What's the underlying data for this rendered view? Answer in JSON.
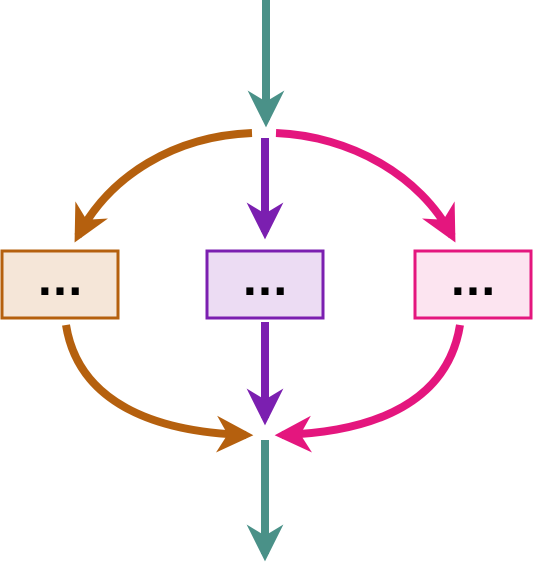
{
  "colors": {
    "main": "#4a9188",
    "left": "#b5600e",
    "center": "#7b1fb0",
    "right": "#e4167e"
  },
  "nodes": [
    {
      "id": "left",
      "label": "...",
      "fill": "#f5e6d8",
      "stroke": "#b5600e"
    },
    {
      "id": "center",
      "label": "...",
      "fill": "#ecdcf3",
      "stroke": "#7b1fb0"
    },
    {
      "id": "right",
      "label": "...",
      "fill": "#fce4f0",
      "stroke": "#e4167e"
    }
  ]
}
